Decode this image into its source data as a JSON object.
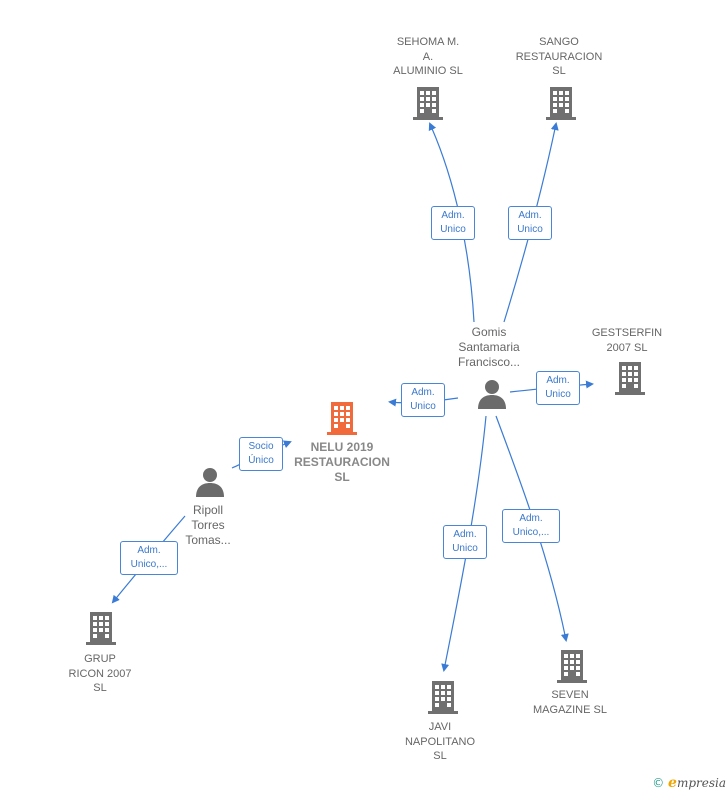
{
  "colors": {
    "edge": "#3a7bd5",
    "building": "#707070",
    "main_building": "#f06a3c",
    "person": "#6b6b6b"
  },
  "nodes": {
    "sehoma": {
      "label": "SEHOMA M.\nA.\nALUMINIO  SL",
      "type": "company"
    },
    "sango": {
      "label": "SANGO\nRESTAURACION\nSL",
      "type": "company"
    },
    "gomis": {
      "label": "Gomis\nSantamaria\nFrancisco...",
      "type": "person"
    },
    "gestserfin": {
      "label": "GESTSERFIN\n2007 SL",
      "type": "company"
    },
    "nelu": {
      "label": "NELU 2019\nRESTAURACION\nSL",
      "type": "company-main"
    },
    "ripoll": {
      "label": "Ripoll\nTorres\nTomas...",
      "type": "person"
    },
    "grup": {
      "label": "GRUP\nRICON 2007\nSL",
      "type": "company"
    },
    "javi": {
      "label": "JAVI\nNAPOLITANO\nSL",
      "type": "company"
    },
    "seven": {
      "label": "SEVEN\nMAGAZINE SL",
      "type": "company"
    }
  },
  "edges": {
    "gomis_sehoma": "Adm.\nUnico",
    "gomis_sango": "Adm.\nUnico",
    "gomis_nelu": "Adm.\nUnico",
    "gomis_gestserfin": "Adm.\nUnico",
    "ripoll_nelu": "Socio\nÚnico",
    "ripoll_grup": "Adm.\nUnico,...",
    "gomis_javi": "Adm.\nUnico",
    "gomis_seven": "Adm.\nUnico,..."
  },
  "footer": {
    "copyright": "©",
    "brand": "mpresia",
    "brand_initial": "e"
  }
}
